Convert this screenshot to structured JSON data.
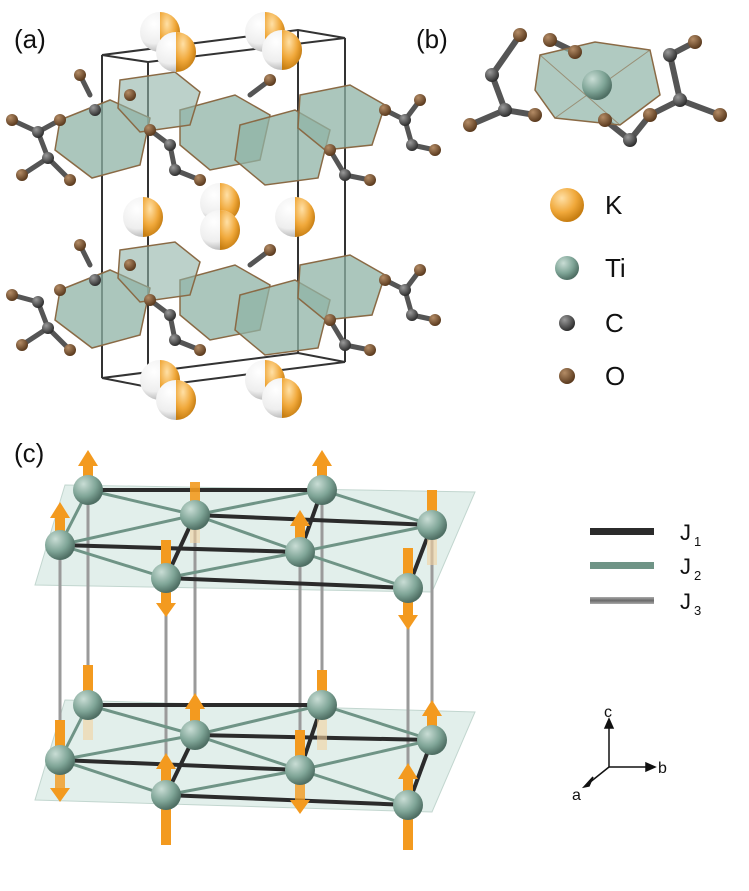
{
  "panels": {
    "a": "(a)",
    "b": "(b)",
    "c": "(c)"
  },
  "legend": [
    {
      "label": "K",
      "color": "#f0a83a"
    },
    {
      "label": "Ti",
      "color": "#8fb3a6"
    },
    {
      "label": "C",
      "color": "#4a4a4a"
    },
    {
      "label": "O",
      "color": "#7a5535"
    }
  ],
  "couplings": [
    {
      "symbol": "J",
      "sub": "1",
      "color": "#2b2b2b"
    },
    {
      "symbol": "J",
      "sub": "2",
      "color": "#6f9486"
    },
    {
      "symbol": "J",
      "sub": "3",
      "color": "#8a8a8a"
    }
  ],
  "axes": {
    "c": "c",
    "b": "b",
    "a": "a"
  },
  "colors": {
    "potassium": "#f0a83a",
    "titanium": "#7fa597",
    "carbon": "#4a4a4a",
    "oxygen": "#7a5535",
    "octahedron": "#8fb3a6",
    "spin_arrow": "#f39a1f",
    "plane": "#d6e8e2"
  }
}
